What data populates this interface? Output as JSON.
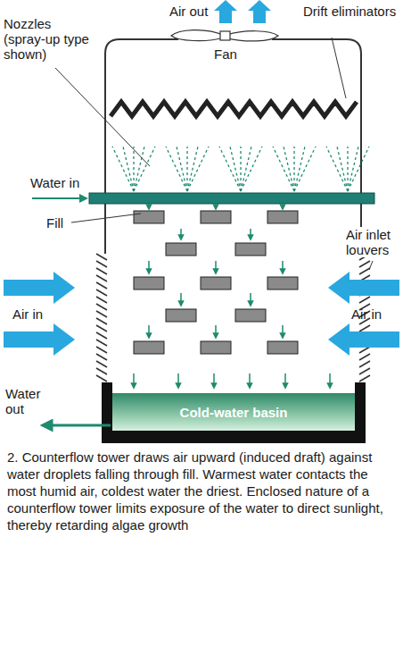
{
  "diagram": {
    "caption": "2. Counterflow tower draws air upward (induced draft) against water droplets falling through fill. Warmest water contacts the most humid air, coldest water the driest. Enclosed nature of a counterflow tower limits exposure of the water to direct sunlight, thereby retarding algae growth",
    "nodes": [
      {
        "text": [
          "Cold-water basin"
        ]
      }
    ],
    "labels": [
      "Air out",
      "Nozzles (spray-up type shown)",
      "Fan",
      "Drift eliminators",
      "Water in",
      "Fill",
      "Air inlet louvers",
      "Air in",
      "Air in",
      "Water out"
    ]
  }
}
